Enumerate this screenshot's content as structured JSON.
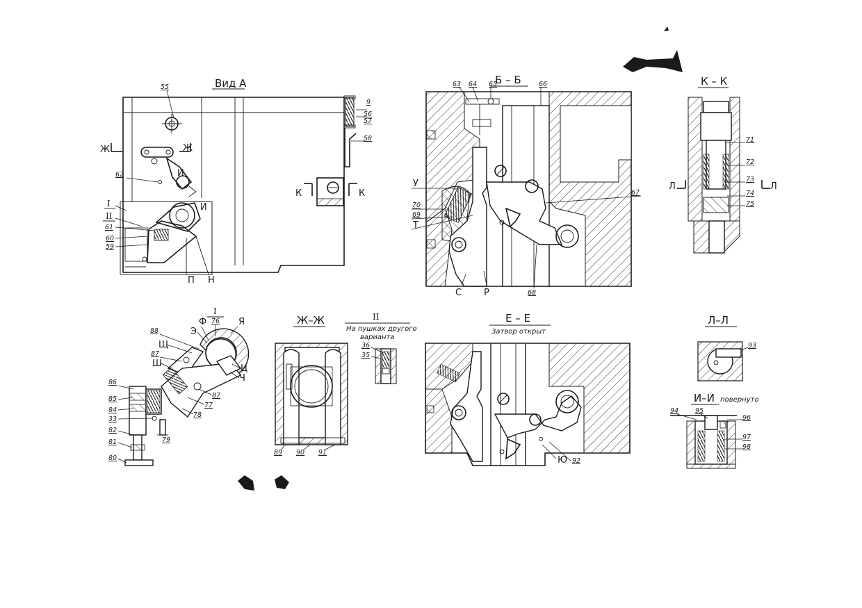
{
  "drawing": {
    "views": {
      "vid_a": "Вид А",
      "b_b": "Б – Б",
      "k_k": "К – К",
      "detail_1": "I",
      "zh_zh": "Ж–Ж",
      "detail_2": "II",
      "detail_2_note_line1": "На пушках другого",
      "detail_2_note_line2": "варианта",
      "e_e": "Е – Е",
      "e_e_note": "Затвор открыт",
      "l_l": "Л–Л",
      "i_i": "И–И",
      "i_i_note": "повернуто"
    },
    "section_marks": {
      "zh_left": "Ж",
      "zh_right": "Ж",
      "k_left": "К",
      "k_right": "К",
      "l_left": "Л",
      "l_right": "Л",
      "i_upper": "И",
      "i_lower": "И"
    },
    "detail_marks": {
      "roman_1": "I",
      "roman_2": "II"
    },
    "letters": {
      "p": "П",
      "n": "Н",
      "u": "У",
      "t": "Т",
      "s": "С",
      "r": "Р",
      "f": "Ф",
      "e_rev": "Э",
      "shch": "Щ",
      "sh": "Ш",
      "ts": "Ц",
      "ch": "Ч",
      "ya": "Я",
      "yu": "Ю"
    },
    "callouts": {
      "n9": "9",
      "n55": "55",
      "n56": "56",
      "n57": "57",
      "n58": "58",
      "n59": "59",
      "n60": "60",
      "n61": "61",
      "n62": "62",
      "n63": "63",
      "n64": "64",
      "n65": "65",
      "n66": "66",
      "n67": "67",
      "n68": "68",
      "n69": "69",
      "n70": "70",
      "n71": "71",
      "n72": "72",
      "n73": "73",
      "n74": "74",
      "n75": "75",
      "n76": "76",
      "n77": "77",
      "n78": "78",
      "n79": "79",
      "n80": "80",
      "n81": "81",
      "n82": "82",
      "n33": "33",
      "n84": "84",
      "n85": "85",
      "n86": "86",
      "n87a": "87",
      "n87b": "87",
      "n88": "88",
      "n89": "89",
      "n90": "90",
      "n91": "91",
      "n92": "92",
      "n93": "93",
      "n94": "94",
      "n95": "95",
      "n96": "96",
      "n97": "97",
      "n98": "98",
      "n35": "35",
      "n36": "36"
    }
  }
}
